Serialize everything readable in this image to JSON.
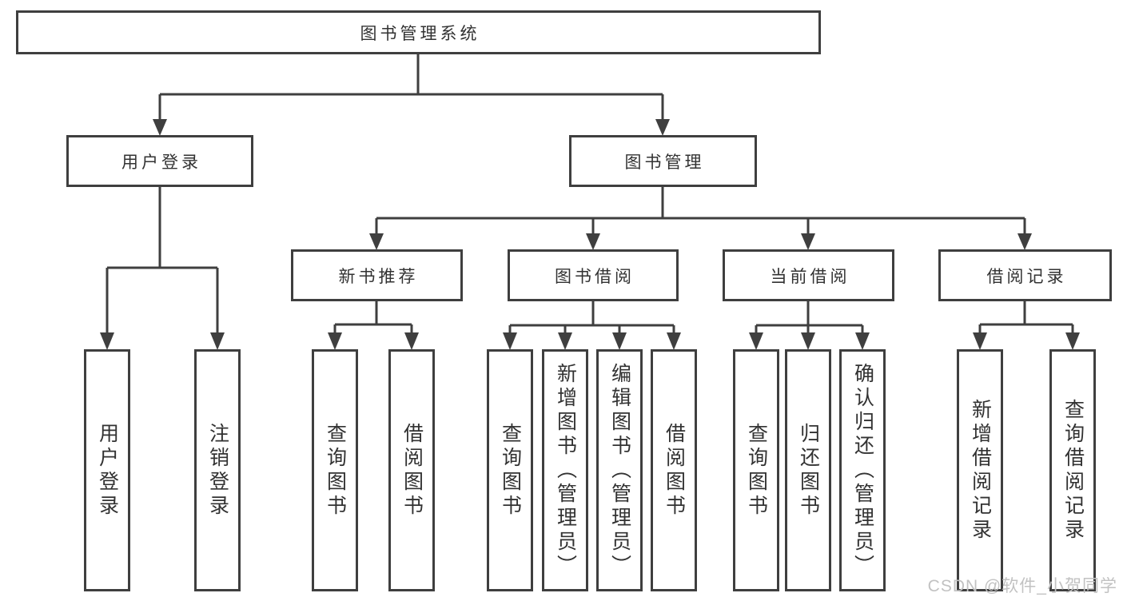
{
  "tree": {
    "root": {
      "label": "图书管理系统",
      "children": [
        {
          "label": "用户登录",
          "children": [
            {
              "label": "用户登录"
            },
            {
              "label": "注销登录"
            }
          ]
        },
        {
          "label": "图书管理",
          "children": [
            {
              "label": "新书推荐",
              "children": [
                {
                  "label": "查询图书"
                },
                {
                  "label": "借阅图书"
                }
              ]
            },
            {
              "label": "图书借阅",
              "children": [
                {
                  "label": "查询图书"
                },
                {
                  "label": "新增图书（管理员）"
                },
                {
                  "label": "编辑图书（管理员）"
                },
                {
                  "label": "借阅图书"
                }
              ]
            },
            {
              "label": "当前借阅",
              "children": [
                {
                  "label": "查询图书"
                },
                {
                  "label": "归还图书"
                },
                {
                  "label": "确认归还（管理员）"
                }
              ]
            },
            {
              "label": "借阅记录",
              "children": [
                {
                  "label": "新增借阅记录"
                },
                {
                  "label": "查询借阅记录"
                }
              ]
            }
          ]
        }
      ]
    }
  },
  "watermark": {
    "text": "CSDN @软件_小贺同学"
  },
  "colors": {
    "line": "#3f3f3f",
    "text": "#323232",
    "watermark": "#c2c2c2",
    "background": "#ffffff"
  }
}
